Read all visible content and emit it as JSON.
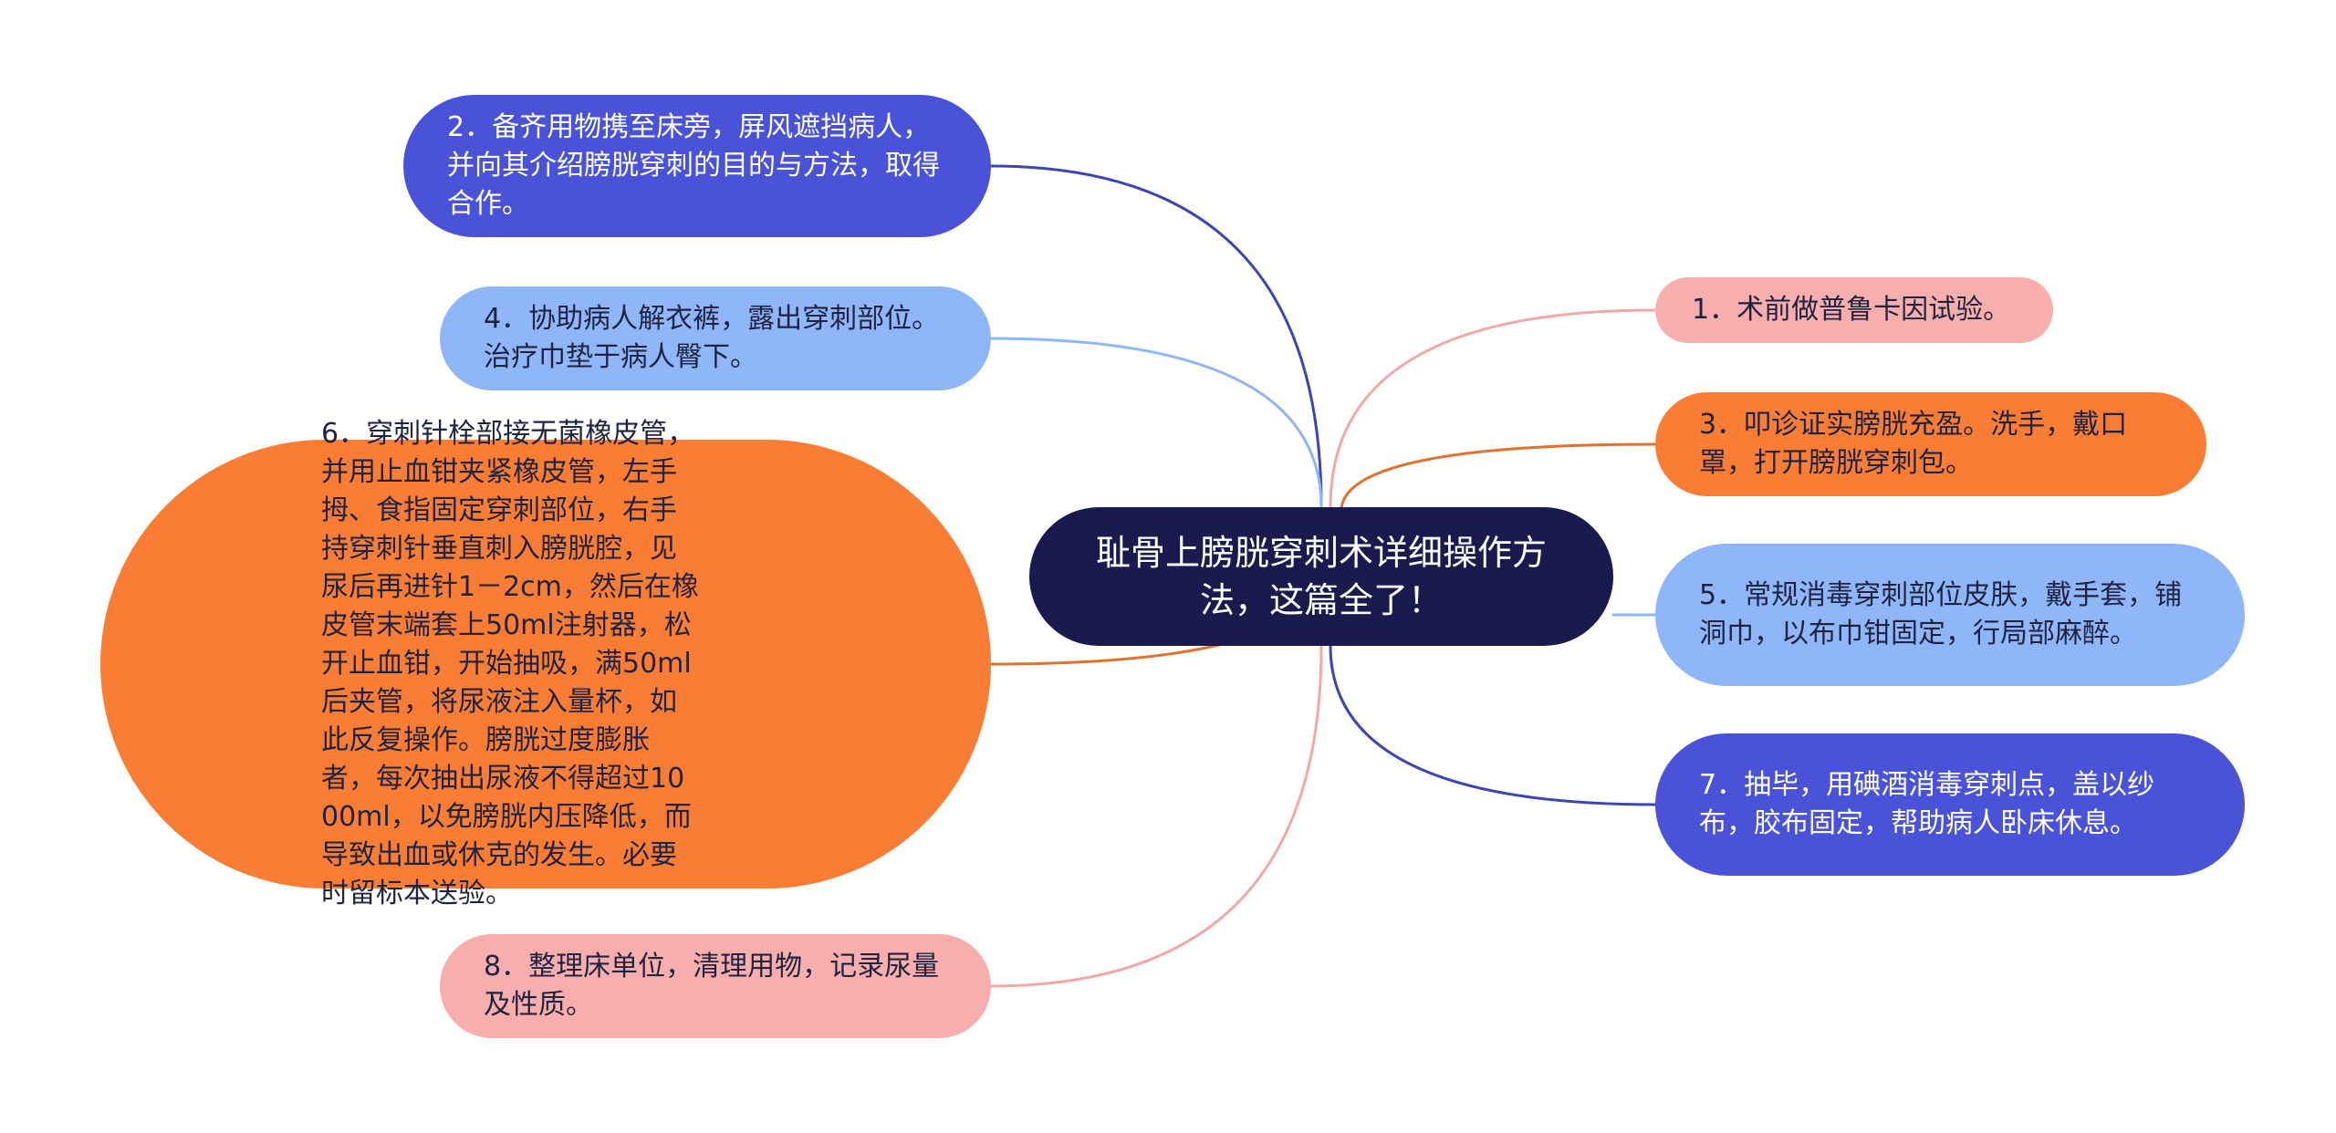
{
  "center": {
    "title": "耻骨上膀胱穿刺术详细操作方法，这篇全了！"
  },
  "nodes": [
    {
      "id": "n2",
      "text": "2．备齐用物携至床旁，屏风遮挡病人，并向其介绍膀胱穿刺的目的与方法，取得合作。",
      "fill": "#4a52d8",
      "stroke": "#3c44b8",
      "textColor": "#ffffff"
    },
    {
      "id": "n4",
      "text": "4．协助病人解衣裤，露出穿刺部位。治疗巾垫于病人臀下。",
      "fill": "#8fb6f8",
      "stroke": "#8fb6f8",
      "textColor": "#1f2340"
    },
    {
      "id": "n6",
      "text": "6．穿刺针栓部接无菌橡皮管，并用止血钳夹紧橡皮管，左手拇、食指固定穿刺部位，右手持穿刺针垂直刺入膀胱腔，见尿后再进针1－2cm，然后在橡皮管末端套上50ml注射器，松开止血钳，开始抽吸，满50ml后夹管，将尿液注入量杯，如此反复操作。膀胱过度膨胀者，每次抽出尿液不得超过1000ml，以免膀胱内压降低，而导致出血或休克的发生。必要时留标本送验。",
      "fill": "#f97d34",
      "stroke": "#e0722e",
      "textColor": "#1f2340"
    },
    {
      "id": "n8",
      "text": "8．整理床单位，清理用物，记录尿量及性质。",
      "fill": "#f9aeae",
      "stroke": "#f2a8a8",
      "textColor": "#1f2340"
    },
    {
      "id": "n1",
      "text": "1．术前做普鲁卡因试验。",
      "fill": "#f9aeae",
      "stroke": "#f2a8a8",
      "textColor": "#1f2340"
    },
    {
      "id": "n3",
      "text": "3．叩诊证实膀胱充盈。洗手，戴口罩，打开膀胱穿刺包。",
      "fill": "#f97d34",
      "stroke": "#e0722e",
      "textColor": "#1f2340"
    },
    {
      "id": "n5",
      "text": "5．常规消毒穿刺部位皮肤，戴手套，铺洞巾，以布巾钳固定，行局部麻醉。",
      "fill": "#8fb6f8",
      "stroke": "#8fb6f8",
      "textColor": "#1f2340"
    },
    {
      "id": "n7",
      "text": "7．抽毕，用碘酒消毒穿刺点，盖以纱布，胶布固定，帮助病人卧床休息。",
      "fill": "#4a52d8",
      "stroke": "#3c44b8",
      "textColor": "#ffffff"
    }
  ]
}
